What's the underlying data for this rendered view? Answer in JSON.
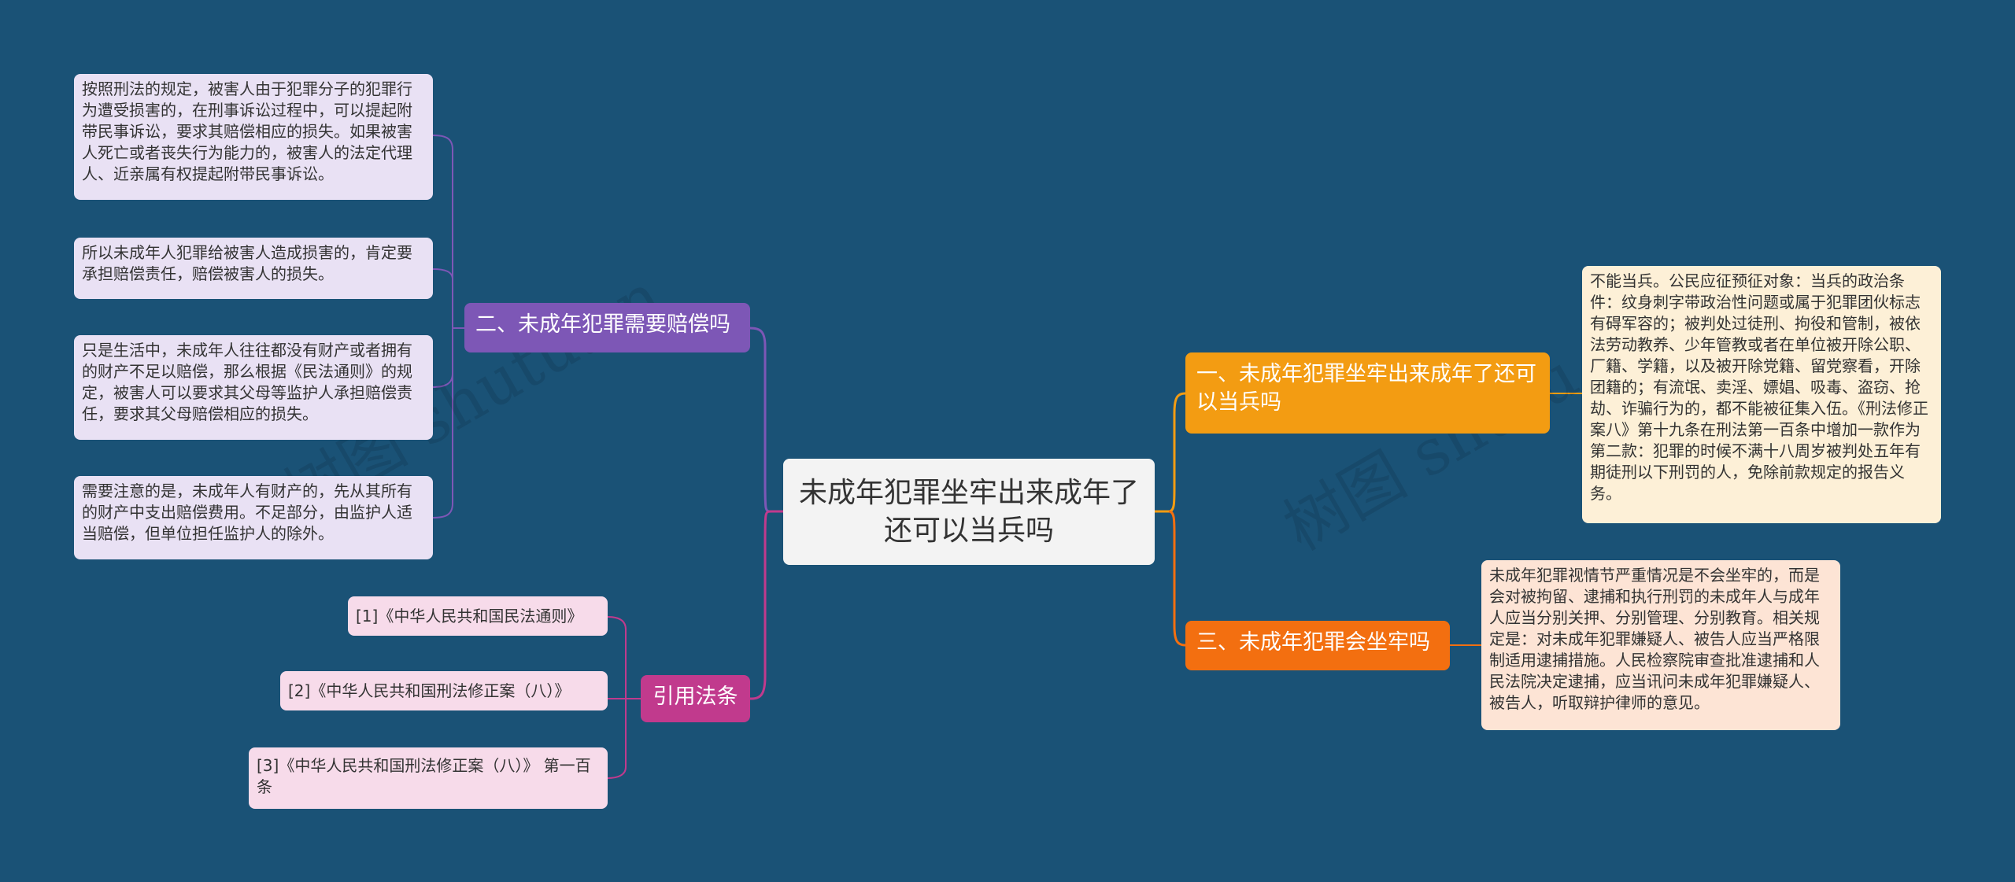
{
  "center": {
    "title": "未成年犯罪坐牢出来成年了还可以当兵吗"
  },
  "branches": {
    "compensation": {
      "label": "二、未成年犯罪需要赔偿吗"
    },
    "references": {
      "label": "引用法条"
    },
    "enlist": {
      "label": "一、未成年犯罪坐牢出来成年了还可以当兵吗"
    },
    "prison": {
      "label": "三、未成年犯罪会坐牢吗"
    }
  },
  "leaves": {
    "compensation": [
      "按照刑法的规定，被害人由于犯罪分子的犯罪行为遭受损害的，在刑事诉讼过程中，可以提起附带民事诉讼，要求其赔偿相应的损失。如果被害人死亡或者丧失行为能力的，被害人的法定代理人、近亲属有权提起附带民事诉讼。",
      "所以未成年人犯罪给被害人造成损害的，肯定要承担赔偿责任，赔偿被害人的损失。",
      "只是生活中，未成年人往往都没有财产或者拥有的财产不足以赔偿，那么根据《民法通则》的规定，被害人可以要求其父母等监护人承担赔偿责任，要求其父母赔偿相应的损失。",
      "需要注意的是，未成年人有财产的，先从其所有的财产中支出赔偿费用。不足部分，由监护人适当赔偿，但单位担任监护人的除外。"
    ],
    "references": [
      "[1]《中华人民共和国民法通则》",
      "[2]《中华人民共和国刑法修正案（八）》",
      "[3]《中华人民共和国刑法修正案（八）》 第一百条"
    ],
    "enlist": "不能当兵。公民应征预征对象：当兵的政治条件：纹身刺字带政治性问题或属于犯罪团伙标志有碍军容的；被判处过徒刑、拘役和管制，被依法劳动教养、少年管教或者在单位被开除公职、厂籍、学籍，以及被开除党籍、留党察看，开除团籍的；有流氓、卖淫、嫖娼、吸毒、盗窃、抢劫、诈骗行为的，都不能被征集入伍。《刑法修正案八》第十九条在刑法第一百条中增加一款作为第二款：犯罪的时候不满十八周岁被判处五年有期徒刑以下刑罚的人，免除前款规定的报告义务。",
    "prison": "未成年犯罪视情节严重情况是不会坐牢的，而是会对被拘留、逮捕和执行刑罚的未成年人与成年人应当分别关押、分别管理、分别教育。相关规定是：对未成年犯罪嫌疑人、被告人应当严格限制适用逮捕措施。人民检察院审查批准逮捕和人民法院决定逮捕，应当讯问未成年犯罪嫌疑人、被告人，听取辩护律师的意见。"
  },
  "colors": {
    "background": "#1a5276",
    "purple": "#7d57b6",
    "pink": "#c13a8d",
    "orange": "#f39c12",
    "deep_orange": "#f36f10"
  }
}
